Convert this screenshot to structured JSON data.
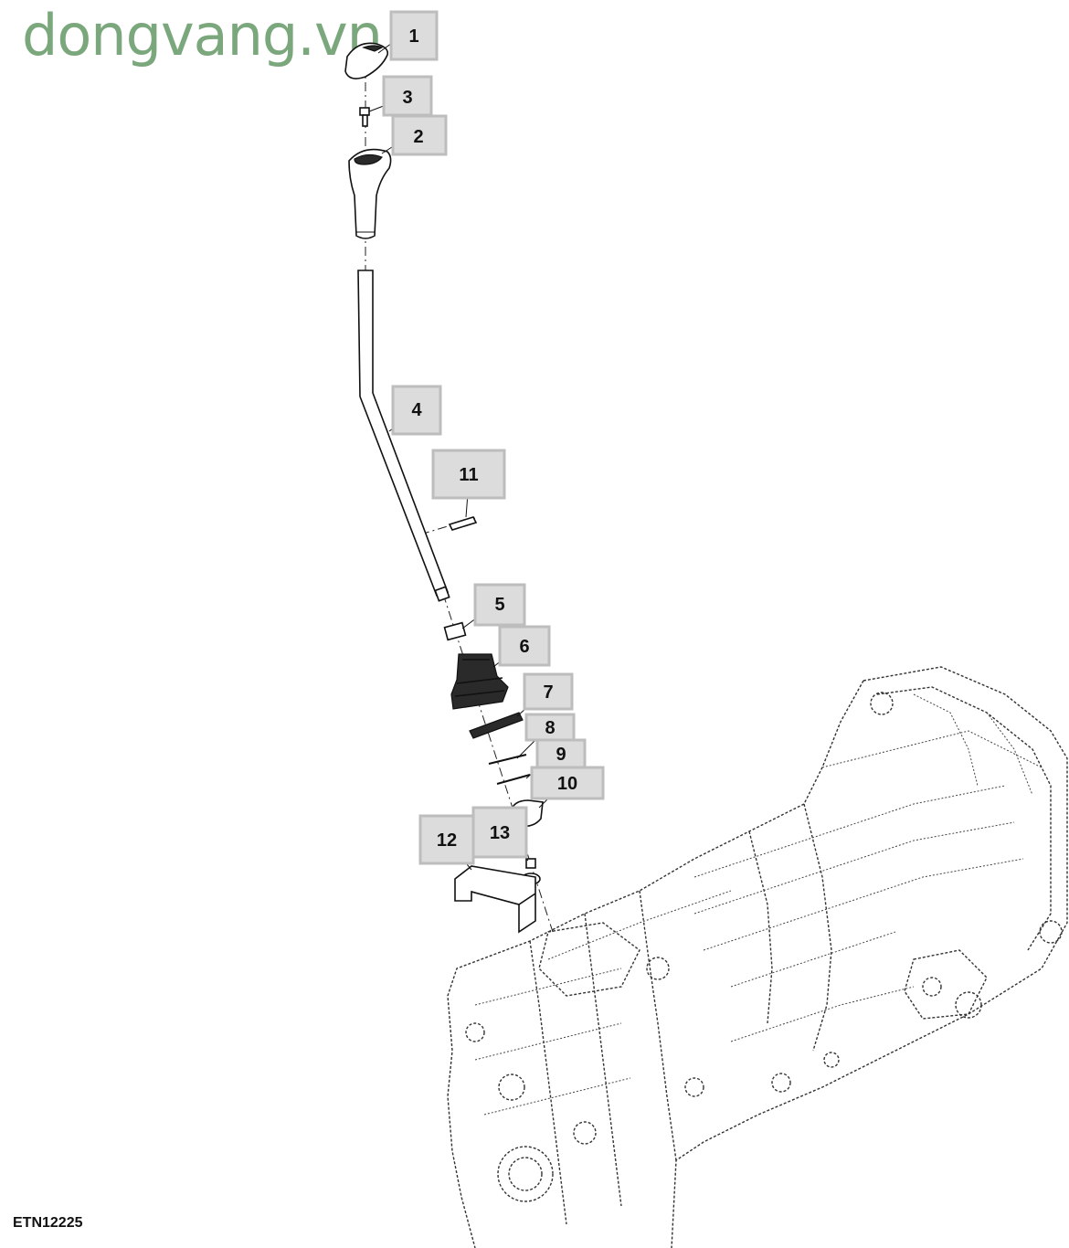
{
  "watermark": "dongvang.vn",
  "figure_code": "ETN12225",
  "callouts": [
    {
      "id": "callout-1",
      "label": "1"
    },
    {
      "id": "callout-2",
      "label": "2"
    },
    {
      "id": "callout-3",
      "label": "3"
    },
    {
      "id": "callout-4",
      "label": "4"
    },
    {
      "id": "callout-5",
      "label": "5"
    },
    {
      "id": "callout-6",
      "label": "6"
    },
    {
      "id": "callout-7",
      "label": "7"
    },
    {
      "id": "callout-8",
      "label": "8"
    },
    {
      "id": "callout-9",
      "label": "9"
    },
    {
      "id": "callout-10",
      "label": "10"
    },
    {
      "id": "callout-11",
      "label": "11"
    },
    {
      "id": "callout-12",
      "label": "12"
    },
    {
      "id": "callout-13",
      "label": "13"
    }
  ]
}
